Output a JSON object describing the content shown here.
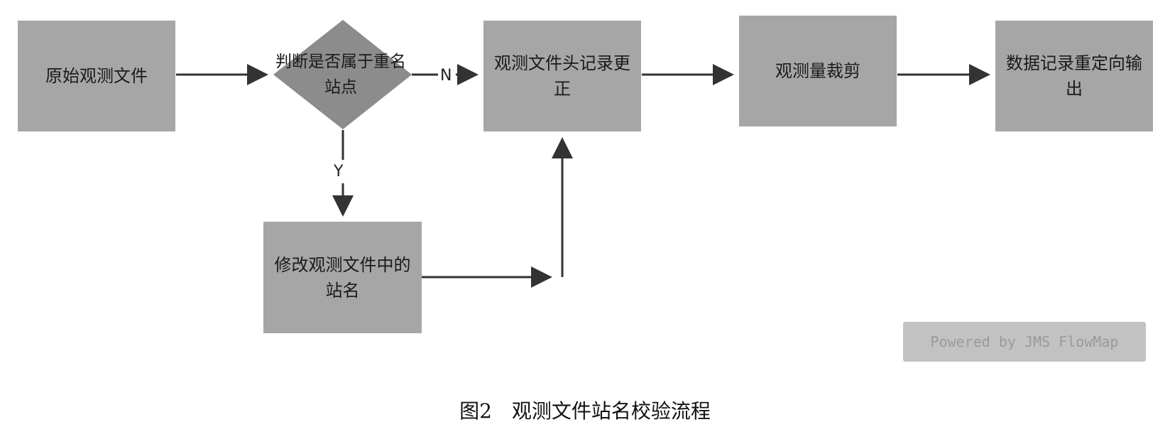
{
  "nodes": {
    "original_file": "原始观测文件",
    "decision": "判断是否属于重名站点",
    "header_correction": "观测文件头记录更正",
    "observation_trim": "观测量裁剪",
    "redirect_output": "数据记录重定向输出",
    "modify_station_name": "修改观测文件中的站名"
  },
  "edge_labels": {
    "no": "N",
    "yes": "Y"
  },
  "watermark": "Powered by JMS FlowMap",
  "caption": "图2　观测文件站名校验流程",
  "colors": {
    "node_fill": "#a6a6a6",
    "decision_fill": "#8c8c8c",
    "edge": "#333333"
  }
}
